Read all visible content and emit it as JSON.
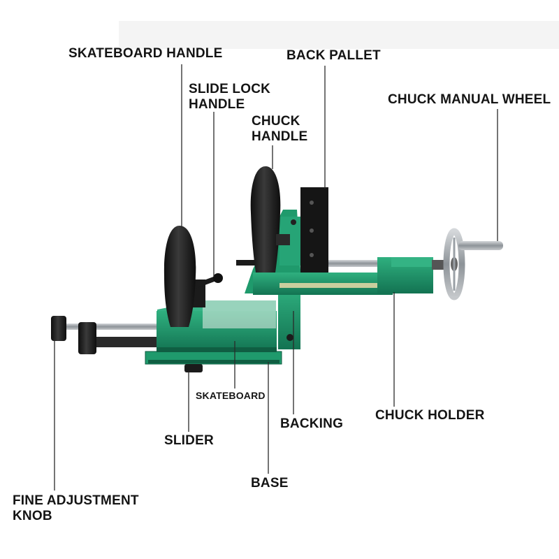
{
  "labels": {
    "skateboard_handle": "SKATEBOARD HANDLE",
    "back_pallet": "BACK PALLET",
    "slide_lock_handle": [
      "SLIDE LOCK",
      "HANDLE"
    ],
    "chuck_handle": [
      "CHUCK",
      "HANDLE"
    ],
    "chuck_manual_wheel": "CHUCK MANUAL WHEEL",
    "skateboard": "SKATEBOARD",
    "backing": "BACKING",
    "chuck_holder": "CHUCK HOLDER",
    "slider": "SLIDER",
    "base": "BASE",
    "fine_adjustment_knob": [
      "FINE ADJUSTMENT",
      "KNOB"
    ]
  },
  "colors": {
    "machine_green": "#1f9a6c",
    "machine_green_dark": "#137352",
    "black_parts": "#1b1b1b",
    "steel": "#9aa0a6",
    "leader_line": "#2a2a2a"
  }
}
